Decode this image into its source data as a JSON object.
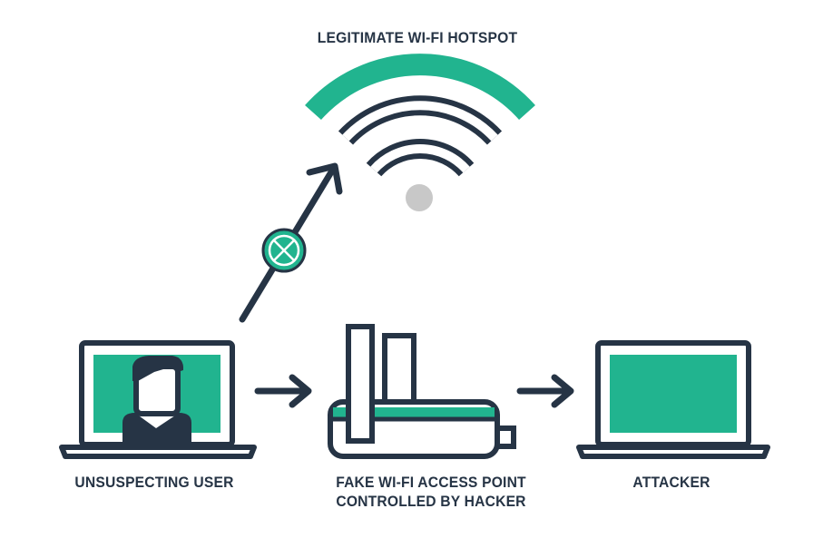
{
  "colors": {
    "navy": "#263445",
    "teal": "#21b48f",
    "gray": "#c8c8c8",
    "white": "#ffffff"
  },
  "labels": {
    "hotspot": "LEGITIMATE WI-FI HOTSPOT",
    "user": "UNSUSPECTING USER",
    "fake_line1": "FAKE WI-FI ACCESS POINT",
    "fake_line2": "CONTROLLED BY HACKER",
    "attacker": "ATTACKER"
  },
  "icons": {
    "hotspot": "wifi-icon",
    "blocked": "blocked-x-icon",
    "user": "laptop-user-icon",
    "fake_ap": "router-icon",
    "attacker": "laptop-icon"
  }
}
